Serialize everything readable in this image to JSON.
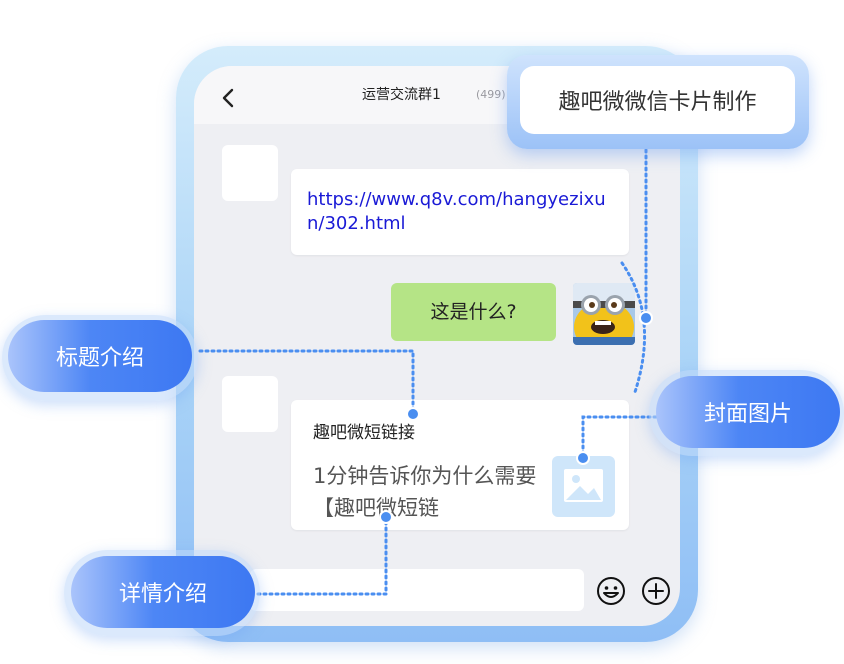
{
  "chat": {
    "title": "运营交流群1",
    "member_count": "(499)"
  },
  "messages": {
    "link": "https://www.q8v.com/hangyezixun/302.html",
    "question": "这是什么?",
    "card": {
      "title": "趣吧微短链接",
      "description": "1分钟告诉你为什么需要【趣吧微短链"
    }
  },
  "callouts": {
    "top": "趣吧微微信卡片制作",
    "title_intro": "标题介绍",
    "cover_image": "封面图片",
    "detail_intro": "详情介绍"
  },
  "colors": {
    "link": "#1a1ad6",
    "green_bubble": "#b5e486",
    "accent_blue": "#3d78f2",
    "dotted_line": "#4a8ef0"
  },
  "icons": [
    "chevron-left-icon",
    "emoji-icon",
    "plus-icon",
    "image-placeholder-icon"
  ]
}
